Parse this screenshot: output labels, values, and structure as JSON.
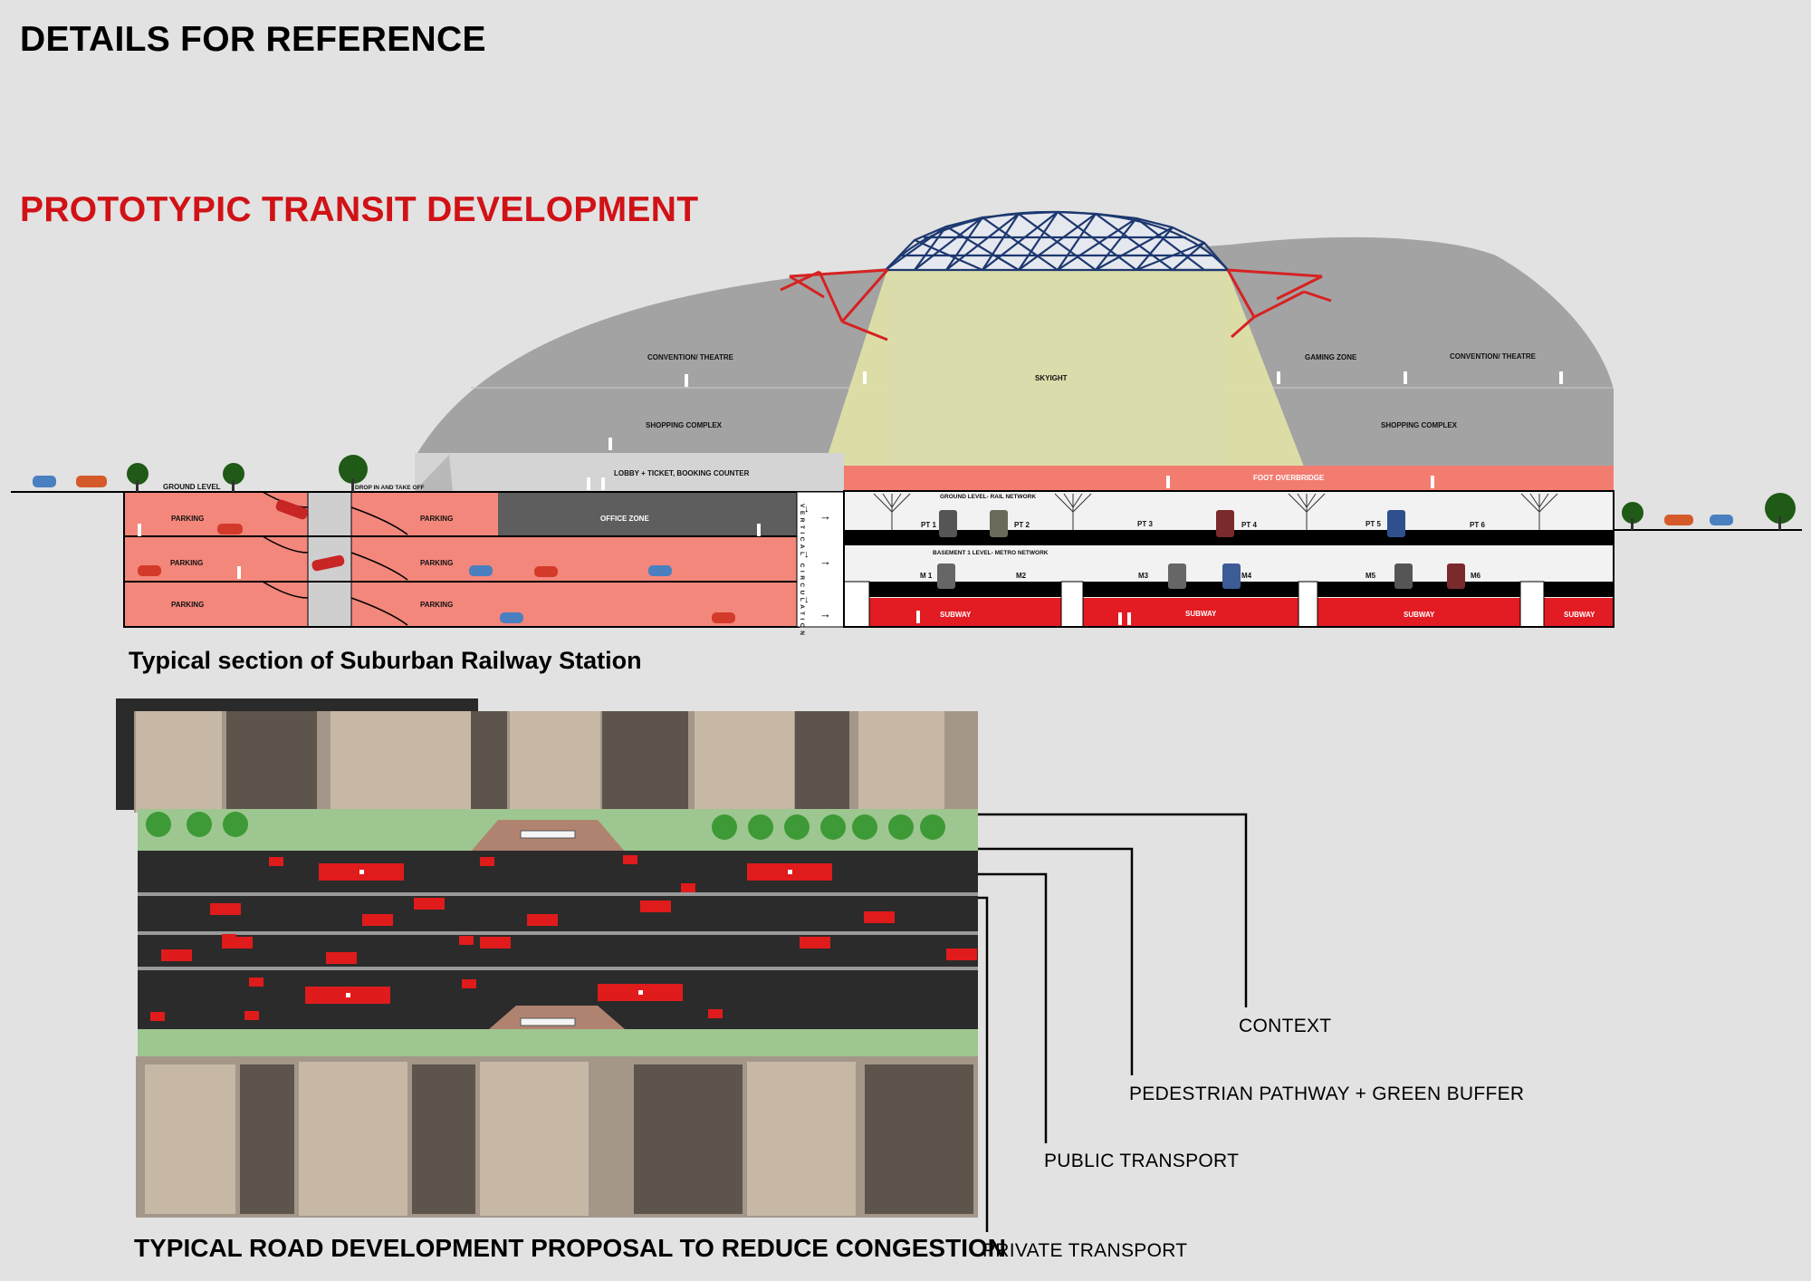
{
  "header": {
    "title": "DETAILS FOR REFERENCE",
    "subtitle": "PROTOTYPIC TRANSIT DEVELOPMENT"
  },
  "section": {
    "caption": "Typical section of Suburban Railway Station",
    "labels": {
      "convention_left": "CONVENTION/ THEATRE",
      "shopping_left": "SHOPPING COMPLEX",
      "lobby": "LOBBY + TICKET, BOOKING COUNTER",
      "skylight": "SKYIGHT",
      "gaming": "GAMING ZONE",
      "convention_right": "CONVENTION/ THEATRE",
      "shopping_right": "SHOPPING COMPLEX",
      "foot_overbridge": "FOOT OVERBRIDGE",
      "ground_level": "GROUND LEVEL",
      "drop_in": "DROP IN AND TAKE OFF",
      "parking": "PARKING",
      "office_zone": "OFFICE ZONE",
      "vertical_circulation": "VERTICAL CIRCULATION",
      "rail_network": "GROUND LEVEL- RAIL NETWORK",
      "metro_network": "BASEMENT 1 LEVEL- METRO NETWORK",
      "subway": "SUBWAY",
      "platforms": [
        "PT 1",
        "PT 2",
        "PT 3",
        "PT 4",
        "PT 5",
        "PT 6"
      ],
      "metro": [
        "M 1",
        "M2",
        "M3",
        "M4",
        "M5",
        "M6"
      ]
    },
    "colors": {
      "shell": "#a3a3a3",
      "skylight": "#dfe0a6",
      "parking": "#f3877b",
      "office": "#5e5e5e",
      "subway": "#e31b23",
      "overbridge": "#f37c70",
      "dome": "#1d3870",
      "truss": "#d62222"
    }
  },
  "plan": {
    "caption": "TYPICAL ROAD DEVELOPMENT PROPOSAL TO REDUCE CONGESTION",
    "callouts": {
      "context": "CONTEXT",
      "pedestrian": "PEDESTRIAN PATHWAY + GREEN BUFFER",
      "public": "PUBLIC TRANSPORT",
      "private": "PRIVATE TRANSPORT"
    }
  }
}
